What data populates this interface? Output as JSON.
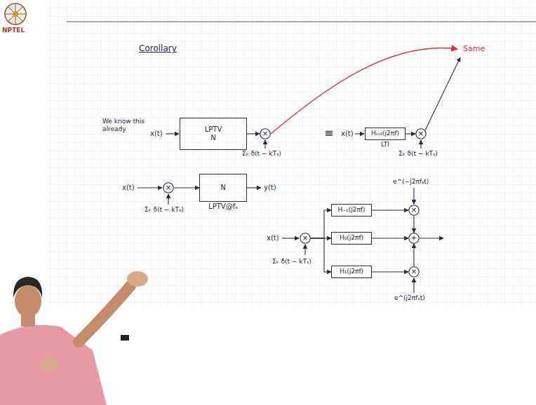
{
  "diagram": {
    "title": "Corollary",
    "nodes": [
      {
        "text": [
          "LPTV",
          "N"
        ]
      },
      {
        "text": [
          "×"
        ]
      },
      {
        "text": [
          "Hₘ₀(j2πf)",
          "LTI"
        ]
      },
      {
        "text": [
          "×"
        ]
      },
      {
        "text": [
          "×"
        ]
      },
      {
        "text": [
          "N",
          "LPTV@fₛ"
        ]
      },
      {
        "text": [
          "×"
        ]
      },
      {
        "text": [
          "H₋₁(j2πf)"
        ]
      },
      {
        "text": [
          "H₀(j2πf)"
        ]
      },
      {
        "text": [
          "H₁(j2πf)"
        ]
      },
      {
        "text": [
          "×"
        ]
      },
      {
        "text": [
          "×"
        ]
      },
      {
        "text": [
          "+"
        ]
      }
    ],
    "edges": [
      {
        "from": 0,
        "to": 1,
        "arrow": "to"
      },
      {
        "from": 2,
        "to": 3,
        "arrow": "to"
      },
      {
        "from": 4,
        "to": 5,
        "arrow": "to"
      },
      {
        "from": 6,
        "to": 7,
        "arrow": "to"
      },
      {
        "from": 6,
        "to": 8,
        "arrow": "to"
      },
      {
        "from": 6,
        "to": 9,
        "arrow": "to"
      },
      {
        "from": 7,
        "to": 10,
        "arrow": "to"
      },
      {
        "from": 8,
        "to": 12,
        "arrow": "to"
      },
      {
        "from": 9,
        "to": 11,
        "arrow": "to"
      },
      {
        "from": 10,
        "to": 12,
        "arrow": "to"
      },
      {
        "from": 11,
        "to": 12,
        "arrow": "to"
      }
    ],
    "labels": [
      "NPTEL",
      "We know this already",
      "x(t)",
      "Σₖ δ(t − kTₛ)",
      "Same",
      "≡",
      "x(t)",
      "Σₖ δ(t − kTₛ)",
      "x(t)",
      "Σₖ δ(t − kTₛ)",
      "y(t)",
      "x(t)",
      "Σₖ δ(t − kTₛ)",
      "e^(−j2πfₛt)",
      "e^(j2πfₛt)"
    ]
  }
}
